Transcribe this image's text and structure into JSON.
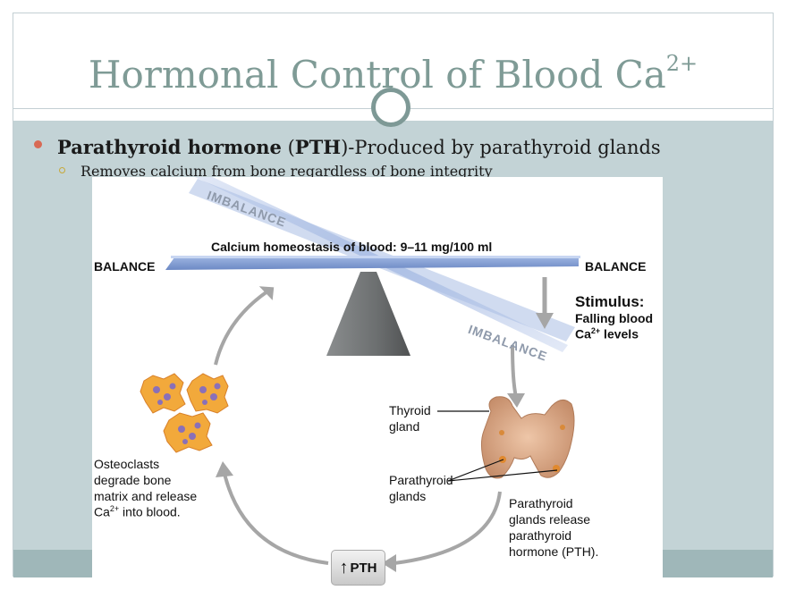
{
  "slide": {
    "title": "Hormonal Control of Blood Ca",
    "title_sup": "2+",
    "bullet1": {
      "bold1": "Parathyroid hormone",
      "plain1": " (",
      "bold2": "PTH",
      "plain2": ")-Produced by parathyroid glands"
    },
    "bullet2": "Removes calcium from bone regardless of bone integrity"
  },
  "figure": {
    "imbalance_top": "IMBALANCE",
    "imbalance_bottom": "IMBALANCE",
    "homeostasis": "Calcium homeostasis of blood: 9–11 mg/100 ml",
    "balance_left": "BALANCE",
    "balance_right": "BALANCE",
    "stimulus_title": "Stimulus:",
    "stimulus_line1": "Falling blood",
    "stimulus_ca": "Ca",
    "stimulus_sup": "2+",
    "stimulus_line2": " levels",
    "thyroid_1": "Thyroid",
    "thyroid_2": "gland",
    "parathyroid_1": "Parathyroid",
    "parathyroid_2": "glands",
    "release_1": "Parathyroid",
    "release_2": "glands release",
    "release_3": "parathyroid",
    "release_4": "hormone (PTH).",
    "osteo_1": "Osteoclasts",
    "osteo_2": "degrade bone",
    "osteo_3": "matrix and release",
    "osteo_4a": "Ca",
    "osteo_sup": "2+",
    "osteo_4b": " into blood.",
    "pth_label": "PTH",
    "pth_arrow": "↑"
  },
  "colors": {
    "title": "#7f9b96",
    "content_bg": "#c3d3d6",
    "footer_band": "#9fb7b9",
    "bullet": "#d86a55",
    "sub_bullet": "#c7a93a",
    "beam": "#7f9bd0"
  }
}
